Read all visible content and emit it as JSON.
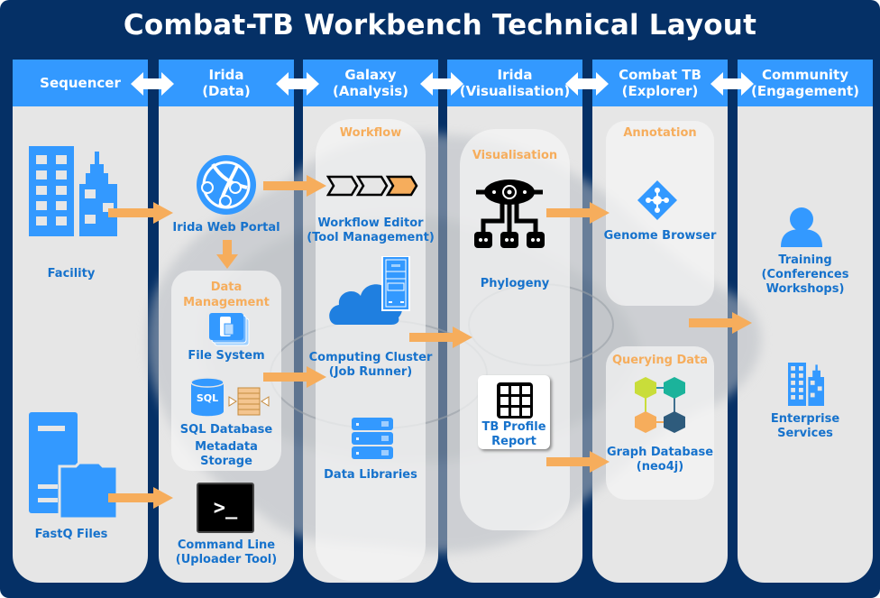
{
  "title": "Combat-TB Workbench Technical Layout",
  "colors": {
    "background": "#053066",
    "header": "#3399ff",
    "column": "#e6e6e6",
    "label": "#1672cc",
    "accent": "#f6ad5c",
    "icon_blue": "#3399ff"
  },
  "columns": [
    {
      "id": "sequencer",
      "header": "Sequencer"
    },
    {
      "id": "irida-data",
      "header": "Irida\n(Data)"
    },
    {
      "id": "galaxy",
      "header": "Galaxy\n(Analysis)"
    },
    {
      "id": "irida-vis",
      "header": "Irida\n(Visualisation)"
    },
    {
      "id": "combat-tb",
      "header": "Combat TB\n(Explorer)"
    },
    {
      "id": "community",
      "header": "Community\n(Engagement)"
    }
  ],
  "panels": {
    "data_management": "Data\nManagement",
    "workflow": "Workflow",
    "visualisation": "Visualisation",
    "annotation": "Annotation",
    "querying_data": "Querying Data"
  },
  "nodes": {
    "facility": {
      "label": "Facility",
      "icon": "buildings-icon"
    },
    "fastq_files": {
      "label": "FastQ Files",
      "icon": "server-folder-icon"
    },
    "irida_web_portal": {
      "label": "Irida Web Portal",
      "icon": "globe-network-icon"
    },
    "file_system": {
      "label": "File System",
      "icon": "file-stack-icon"
    },
    "sql_database": {
      "label": "SQL Database",
      "icon": "sql-cylinder-icon",
      "icon_text": "SQL"
    },
    "metadata_storage": {
      "label": "Metadata\nStorage",
      "icon": "metadata-list-icon"
    },
    "command_line": {
      "label": "Command Line\n(Uploader Tool)",
      "icon": "terminal-icon",
      "icon_text": ">_"
    },
    "workflow_editor": {
      "label": "Workflow Editor\n(Tool Management)",
      "icon": "chevron-steps-icon"
    },
    "computing_cluster": {
      "label": "Computing Cluster\n(Job Runner)",
      "icon": "cloud-server-icon"
    },
    "data_libraries": {
      "label": "Data Libraries",
      "icon": "server-rack-icon"
    },
    "phylogeny": {
      "label": "Phylogeny",
      "icon": "phylogeny-tree-icon"
    },
    "tb_profile_report": {
      "label": "TB Profile\nReport",
      "icon": "grid-table-icon"
    },
    "genome_browser": {
      "label": "Genome Browser",
      "icon": "diamond-network-icon"
    },
    "graph_database": {
      "label": "Graph Database\n(neo4j)",
      "icon": "hexagon-graph-icon"
    },
    "training": {
      "label": "Training\n(Conferences\nWorkshops)",
      "icon": "person-icon"
    },
    "enterprise_services": {
      "label": "Enterprise\nServices",
      "icon": "buildings-icon"
    }
  }
}
